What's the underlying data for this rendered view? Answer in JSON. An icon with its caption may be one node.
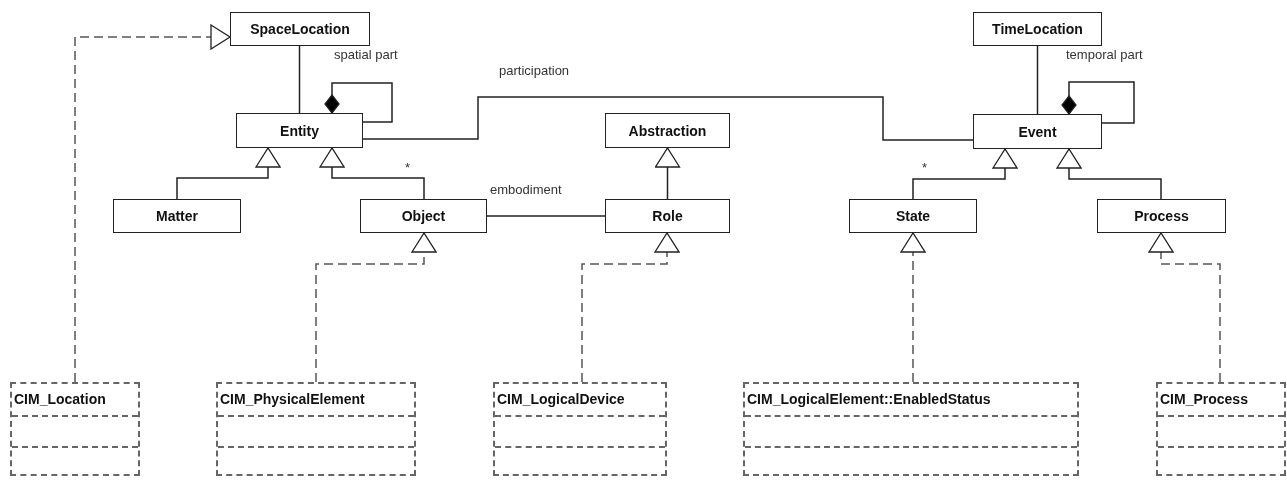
{
  "diagram": {
    "nodes": [
      {
        "text": [
          "SpaceLocation"
        ]
      },
      {
        "text": [
          "TimeLocation"
        ]
      },
      {
        "text": [
          "Entity"
        ]
      },
      {
        "text": [
          "Abstraction"
        ]
      },
      {
        "text": [
          "Event"
        ]
      },
      {
        "text": [
          "Matter"
        ]
      },
      {
        "text": [
          "Object"
        ]
      },
      {
        "text": [
          "Role"
        ]
      },
      {
        "text": [
          "State"
        ]
      },
      {
        "text": [
          "Process"
        ]
      },
      {
        "text": [
          "CIM_Location"
        ]
      },
      {
        "text": [
          "CIM_PhysicalElement"
        ]
      },
      {
        "text": [
          "CIM_LogicalDevice"
        ]
      },
      {
        "text": [
          "CIM_LogicalElement::EnabledStatus"
        ]
      },
      {
        "text": [
          "CIM_Process"
        ]
      }
    ],
    "edges": [
      {
        "from": 10,
        "to": 0,
        "arrow": "to",
        "style": "dashed",
        "color": "#555555"
      },
      {
        "from": 2,
        "to": 0,
        "arrow": "none"
      },
      {
        "from": 2,
        "to": 2,
        "arrow": "other",
        "label": "spatial part"
      },
      {
        "from": 2,
        "to": 4,
        "arrow": "none",
        "label": "participation"
      },
      {
        "from": 4,
        "to": 1,
        "arrow": "none"
      },
      {
        "from": 4,
        "to": 4,
        "arrow": "other",
        "label": "temporal part"
      },
      {
        "from": 5,
        "to": 2,
        "arrow": "to"
      },
      {
        "from": 6,
        "to": 2,
        "arrow": "to",
        "label": "*"
      },
      {
        "from": 6,
        "to": 7,
        "arrow": "none",
        "label": "embodiment"
      },
      {
        "from": 7,
        "to": 3,
        "arrow": "to"
      },
      {
        "from": 8,
        "to": 4,
        "arrow": "to",
        "label": "*"
      },
      {
        "from": 9,
        "to": 4,
        "arrow": "to"
      },
      {
        "from": 11,
        "to": 6,
        "arrow": "to",
        "style": "dashed",
        "color": "#555555"
      },
      {
        "from": 12,
        "to": 7,
        "arrow": "to",
        "style": "dashed",
        "color": "#555555"
      },
      {
        "from": 13,
        "to": 8,
        "arrow": "to",
        "style": "dashed",
        "color": "#555555"
      },
      {
        "from": 14,
        "to": 9,
        "arrow": "to",
        "style": "dashed",
        "color": "#555555"
      }
    ]
  }
}
